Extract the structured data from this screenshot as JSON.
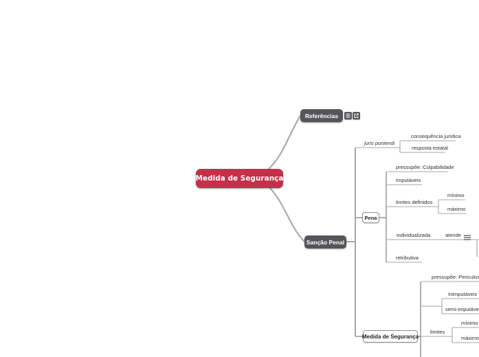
{
  "colors": {
    "root_bg": "#c42f49",
    "dark_node_bg": "#555659",
    "box_node_border": "#8d8d8d",
    "line": "#a4a4a4",
    "leaf_text": "#2e2e2e"
  },
  "map": {
    "root": {
      "label": "Medida de Segurança"
    },
    "referencias": {
      "label": "Referências",
      "icons": [
        "notes-icon",
        "link-icon"
      ]
    },
    "sancao": {
      "label": "Sanção Penal",
      "juris": {
        "label": "juris puniendi",
        "consequencia": "consequência jurídica",
        "resposta": "resposta estatal"
      },
      "pena": {
        "label": "Pena",
        "pressupoe": "pressupõe: Culpabilidade",
        "imputaveis": "Imputáveis",
        "limites": {
          "label": "limites definidos",
          "minimo": "mínimo",
          "maximo": "máximo"
        },
        "individualizada": {
          "label": "individualizada",
          "atende": "atende",
          "atende_icon": "notes-icon"
        },
        "retributiva": "retributiva"
      },
      "medida": {
        "label": "Medida de Segurança",
        "pressupoe": "pressupõe: Periculosidade",
        "grupo": {
          "inimputaveis": "Inimputáveis",
          "semi": "semi-imputáveis"
        },
        "limites": {
          "label": "limites",
          "minimo": "mínimo",
          "maximo": "máximo"
        }
      }
    }
  }
}
